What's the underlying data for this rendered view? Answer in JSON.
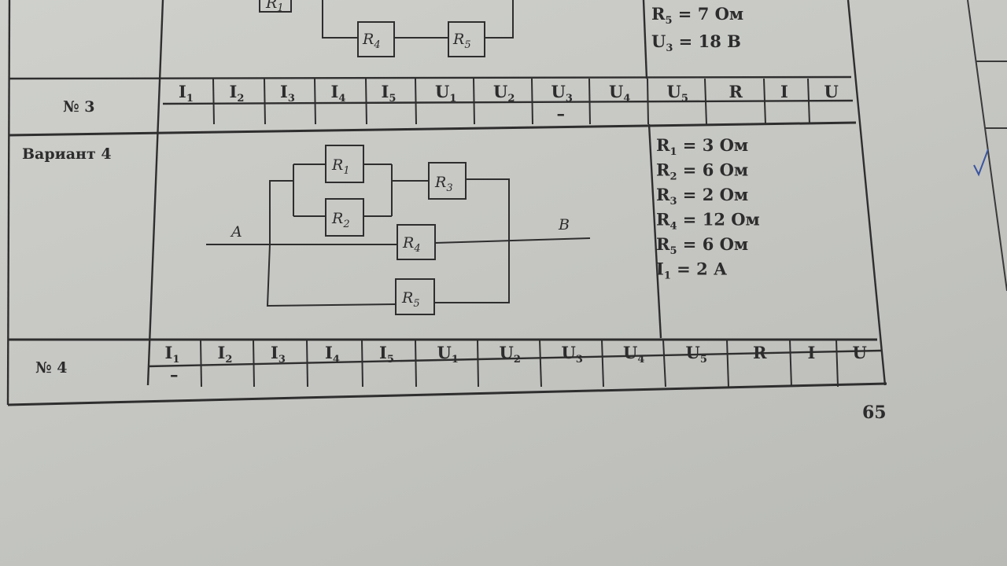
{
  "page_number": "65",
  "variant3": {
    "row_label": "№ 3",
    "params_visible": [
      {
        "base": "R",
        "sub": "5",
        "text": " = 7 Ом"
      },
      {
        "base": "U",
        "sub": "3",
        "text": " = 18 В"
      }
    ],
    "circuit_labels": [
      {
        "base": "R",
        "sub": "1"
      },
      {
        "base": "R",
        "sub": "4"
      },
      {
        "base": "R",
        "sub": "5"
      }
    ],
    "headers": [
      {
        "base": "I",
        "sub": "1"
      },
      {
        "base": "I",
        "sub": "2"
      },
      {
        "base": "I",
        "sub": "3"
      },
      {
        "base": "I",
        "sub": "4"
      },
      {
        "base": "I",
        "sub": "5"
      },
      {
        "base": "U",
        "sub": "1"
      },
      {
        "base": "U",
        "sub": "2"
      },
      {
        "base": "U",
        "sub": "3"
      },
      {
        "base": "U",
        "sub": "4"
      },
      {
        "base": "U",
        "sub": "5"
      },
      {
        "base": "R",
        "sub": ""
      },
      {
        "base": "I",
        "sub": ""
      },
      {
        "base": "U",
        "sub": ""
      }
    ],
    "values": [
      "",
      "",
      "",
      "",
      "",
      "",
      "",
      "–",
      "",
      "",
      "",
      "",
      ""
    ]
  },
  "variant4": {
    "title": "Вариант 4",
    "row_label": "№ 4",
    "node_a": "A",
    "node_b": "B",
    "circuit_labels": [
      {
        "base": "R",
        "sub": "1"
      },
      {
        "base": "R",
        "sub": "2"
      },
      {
        "base": "R",
        "sub": "3"
      },
      {
        "base": "R",
        "sub": "4"
      },
      {
        "base": "R",
        "sub": "5"
      }
    ],
    "params": [
      {
        "base": "R",
        "sub": "1",
        "text": " = 3 Ом"
      },
      {
        "base": "R",
        "sub": "2",
        "text": " = 6 Ом"
      },
      {
        "base": "R",
        "sub": "3",
        "text": " = 2 Ом"
      },
      {
        "base": "R",
        "sub": "4",
        "text": " = 12 Ом"
      },
      {
        "base": "R",
        "sub": "5",
        "text": " = 6 Ом"
      },
      {
        "base": "I",
        "sub": "1",
        "text": " = 2 А"
      }
    ],
    "headers": [
      {
        "base": "I",
        "sub": "1"
      },
      {
        "base": "I",
        "sub": "2"
      },
      {
        "base": "I",
        "sub": "3"
      },
      {
        "base": "I",
        "sub": "4"
      },
      {
        "base": "I",
        "sub": "5"
      },
      {
        "base": "U",
        "sub": "1"
      },
      {
        "base": "U",
        "sub": "2"
      },
      {
        "base": "U",
        "sub": "3"
      },
      {
        "base": "U",
        "sub": "4"
      },
      {
        "base": "U",
        "sub": "5"
      },
      {
        "base": "R",
        "sub": ""
      },
      {
        "base": "I",
        "sub": ""
      },
      {
        "base": "U",
        "sub": ""
      }
    ],
    "values": [
      "–",
      "",
      "",
      "",
      "",
      "",
      "",
      "",
      "",
      "",
      "",
      "",
      ""
    ]
  },
  "colors": {
    "ink": "#2c2c2c",
    "paper": "#c8c9c5",
    "pen_check": "#3a55a0"
  }
}
